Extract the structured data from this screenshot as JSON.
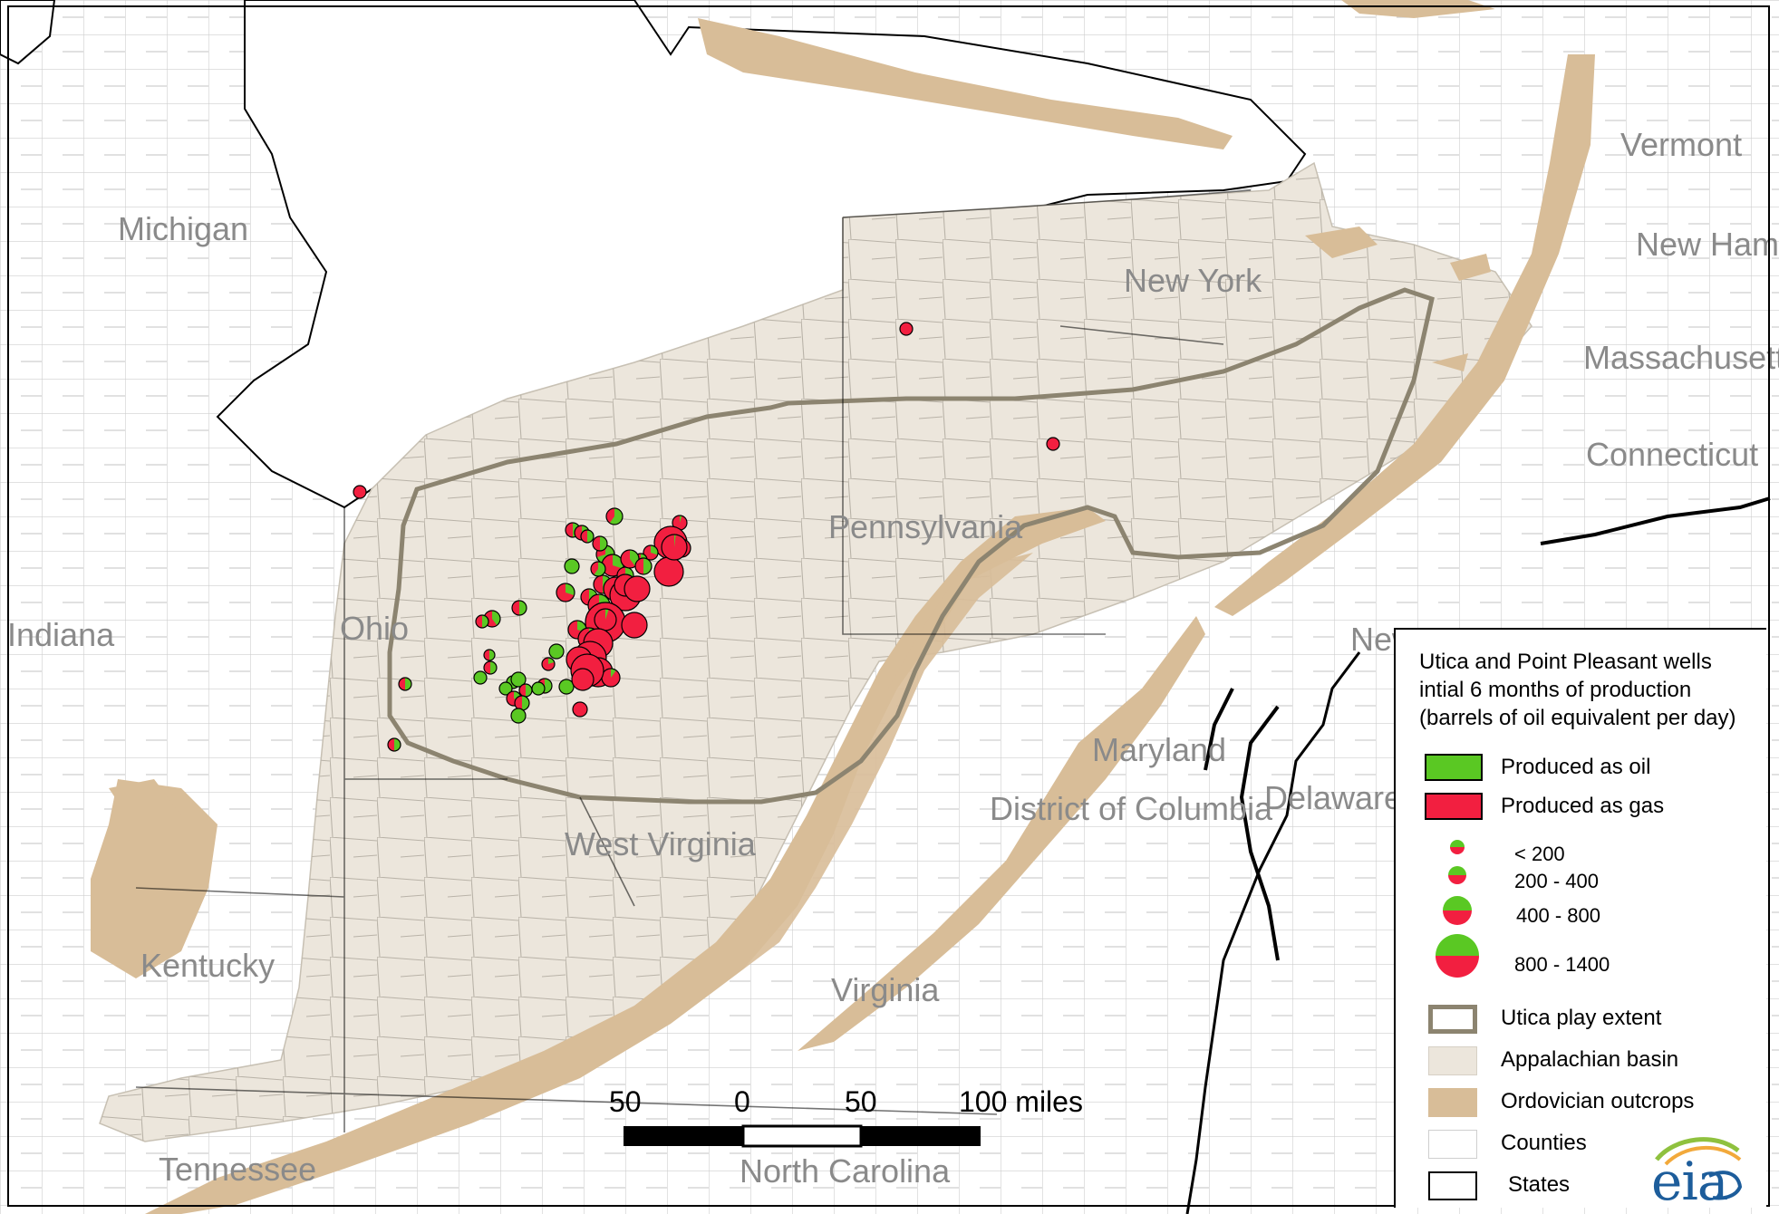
{
  "map": {
    "states": [
      {
        "name": "Michigan"
      },
      {
        "name": "New York"
      },
      {
        "name": "Vermont"
      },
      {
        "name": "New Ham"
      },
      {
        "name": "Massachusett"
      },
      {
        "name": "Connecticut"
      },
      {
        "name": "Pennsylvania"
      },
      {
        "name": "Ohio"
      },
      {
        "name": "Indiana"
      },
      {
        "name": "New"
      },
      {
        "name": "Maryland"
      },
      {
        "name": "District of Columbia"
      },
      {
        "name": "Delaware"
      },
      {
        "name": "West Virginia"
      },
      {
        "name": "Kentucky"
      },
      {
        "name": "Virginia"
      },
      {
        "name": "Tennessee"
      },
      {
        "name": "North Carolina"
      }
    ],
    "scale_bar": {
      "labels": [
        "50",
        "0",
        "50",
        "100 miles"
      ]
    },
    "colors": {
      "oil": "#5ac823",
      "gas": "#f21f40",
      "basin": "#ece6dc",
      "outcrop": "#d8bd98",
      "play_extent": "#8c8470",
      "county_border": "#c8c8c8",
      "water": "#ffffff"
    }
  },
  "legend": {
    "title_lines": [
      "Utica and Point Pleasant wells",
      "intial 6 months of production",
      "(barrels of oil equivalent per day)"
    ],
    "oil_label": "Produced as oil",
    "gas_label": "Produced as gas",
    "size_classes": [
      "< 200",
      "200 - 400",
      "400 - 800",
      "800 - 1400"
    ],
    "play_extent_label": "Utica play extent",
    "basin_label": "Appalachian basin",
    "outcrops_label": "Ordovician outcrops",
    "counties_label": "Counties",
    "states_label": "States",
    "logo_text": "eia"
  }
}
